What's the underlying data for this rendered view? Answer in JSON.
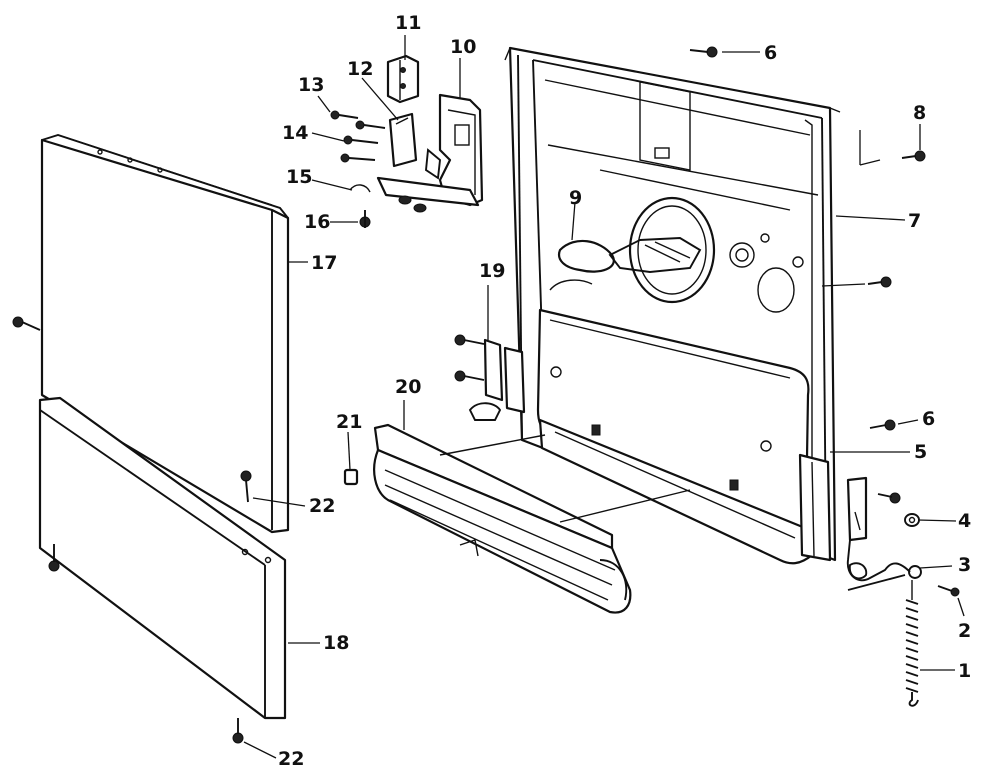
{
  "diagram": {
    "callouts": [
      {
        "id": "1",
        "text": "1"
      },
      {
        "id": "2",
        "text": "2"
      },
      {
        "id": "3",
        "text": "3"
      },
      {
        "id": "4",
        "text": "4"
      },
      {
        "id": "5",
        "text": "5"
      },
      {
        "id": "6a",
        "text": "6"
      },
      {
        "id": "6b",
        "text": "6"
      },
      {
        "id": "7",
        "text": "7"
      },
      {
        "id": "8",
        "text": "8"
      },
      {
        "id": "9",
        "text": "9"
      },
      {
        "id": "10",
        "text": "10"
      },
      {
        "id": "11",
        "text": "11"
      },
      {
        "id": "12",
        "text": "12"
      },
      {
        "id": "13",
        "text": "13"
      },
      {
        "id": "14",
        "text": "14"
      },
      {
        "id": "15",
        "text": "15"
      },
      {
        "id": "16",
        "text": "16"
      },
      {
        "id": "17",
        "text": "17"
      },
      {
        "id": "18",
        "text": "18"
      },
      {
        "id": "19",
        "text": "19"
      },
      {
        "id": "20",
        "text": "20"
      },
      {
        "id": "21",
        "text": "21"
      },
      {
        "id": "22a",
        "text": "22"
      },
      {
        "id": "22b",
        "text": "22"
      }
    ]
  }
}
